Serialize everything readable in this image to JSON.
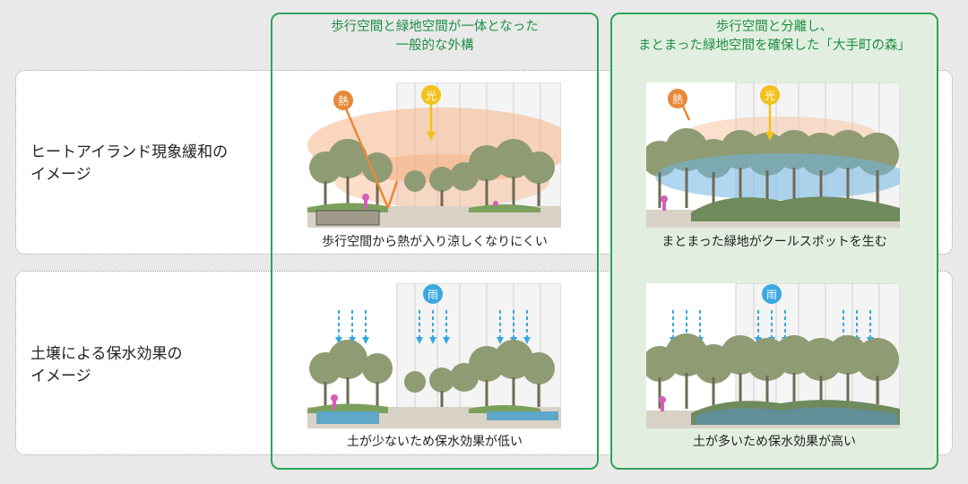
{
  "columns": [
    {
      "header_line1": "歩行空間と緑地空間が一体となった",
      "header_line2": "一般的な外構"
    },
    {
      "header_line1": "歩行空間と分離し、",
      "header_line2": "まとまった緑地空間を確保した「大手町の森」"
    }
  ],
  "rows": [
    {
      "label_line1": "ヒートアイランド現象緩和の",
      "label_line2": "イメージ",
      "captions": [
        "歩行空間から熱が入り涼しくなりにくい",
        "まとまった緑地がクールスポットを生む"
      ]
    },
    {
      "label_line1": "土壌による保水効果の",
      "label_line2": "イメージ",
      "captions": [
        "土が少ないため保水効果が低い",
        "土が多いため保水効果が高い"
      ]
    }
  ],
  "icons": {
    "heat": "熱",
    "light": "光",
    "rain": "雨"
  },
  "colors": {
    "green_frame": "#2ea35a",
    "heat_orange": "#e8883a",
    "light_yellow": "#f2c21b",
    "rain_blue": "#3aa7e0",
    "tree_green": "#8f9b73"
  }
}
